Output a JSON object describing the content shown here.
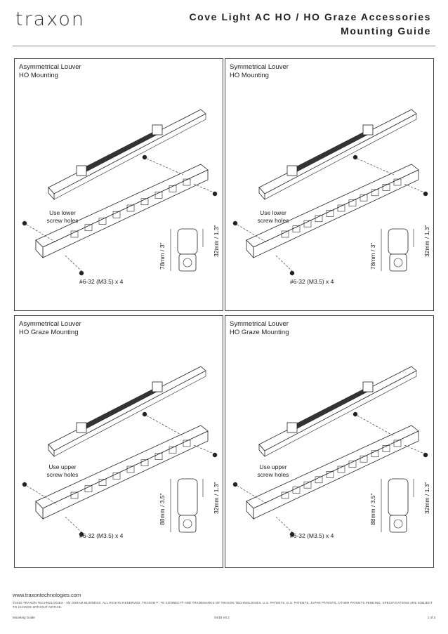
{
  "header": {
    "logo": "traxon",
    "title_line1": "Cove Light AC HO / HO Graze Accessories",
    "title_line2": "Mounting Guide"
  },
  "panels": [
    {
      "title1": "Asymmetrical Louver",
      "title2": "HO Mounting",
      "note1": "Use lower",
      "note2": "screw holes",
      "screw": "#6-32 (M3.5) x 4",
      "height": "78mm / 3\"",
      "width": "32mm / 1.3\""
    },
    {
      "title1": "Symmetrical Louver",
      "title2": "HO Mounting",
      "note1": "Use lower",
      "note2": "screw holes",
      "screw": "#6-32 (M3.5) x 4",
      "height": "78mm / 3\"",
      "width": "32mm / 1.3\""
    },
    {
      "title1": "Asymmetrical Louver",
      "title2": "HO Graze Mounting",
      "note1": "Use upper",
      "note2": "screw holes",
      "screw": "#6-32 (M3.5) x 4",
      "height": "88mm / 3.5\"",
      "width": "32mm / 1.3\""
    },
    {
      "title1": "Symmetrical Louver",
      "title2": "HO Graze Mounting",
      "note1": "Use upper",
      "note2": "screw holes",
      "screw": "#6-32 (M3.5) x 4",
      "height": "88mm / 3.5\"",
      "width": "32mm / 1.3\""
    }
  ],
  "footer": {
    "url": "www.traxontechnologies.com",
    "legal": "©2015 TRAXON TECHNOLOGIES - AN OSRAM BUSINESS. ALL RIGHTS RESERVED. TRAXON™, TE CONNECT® ARE TRADEMARKS OF TRAXON TECHNOLOGIES. U.S. PATENTS, E.U. PATENTS, JAPAN PATENTS, OTHER PATENTS PENDING. SPECIFICATIONS ARE SUBJECT TO CHANGE WITHOUT NOTICE.",
    "doc_name": "Mounting Guide",
    "version": "04/15 V0.2",
    "page": "1 of 3"
  }
}
